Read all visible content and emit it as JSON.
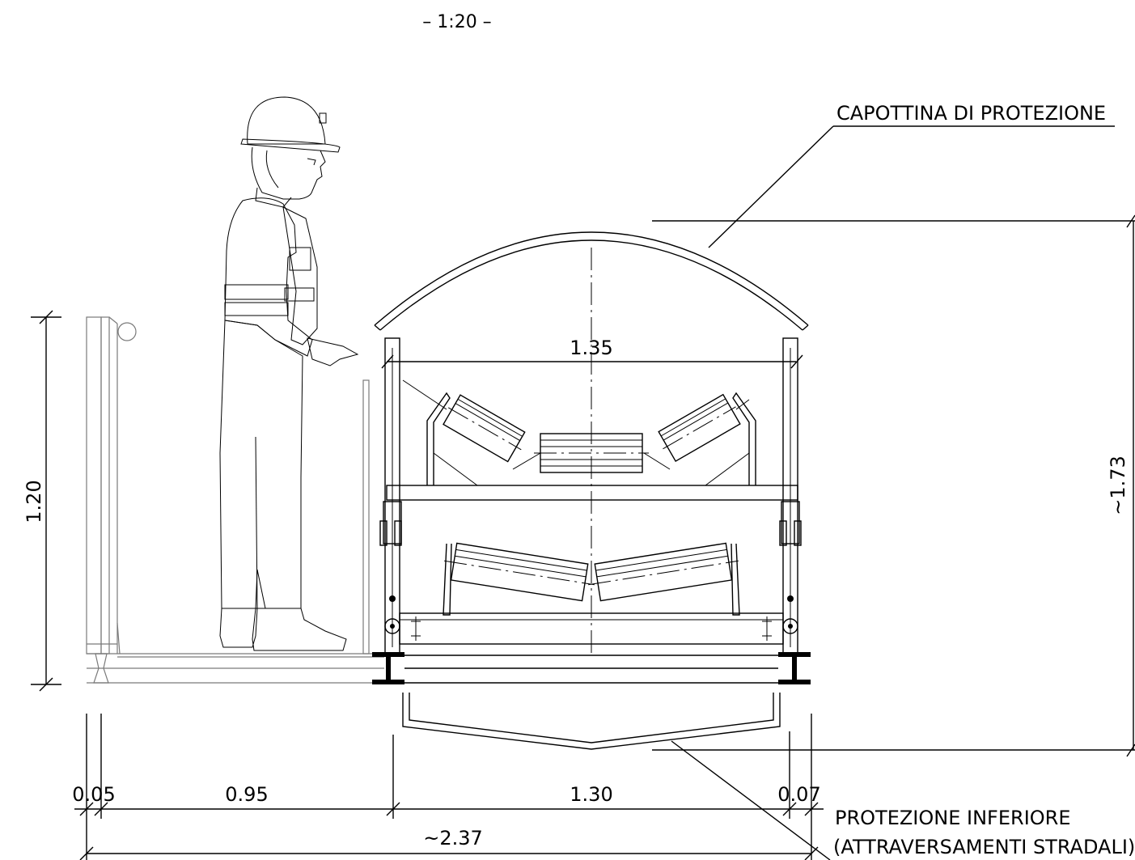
{
  "scale_label": "– 1:20 –",
  "annotations": {
    "top_cover": "CAPOTTINA DI PROTEZIONE",
    "bottom_cover_line1": "PROTEZIONE INFERIORE",
    "bottom_cover_line2": "(ATTRAVERSAMENTI STRADALI)"
  },
  "dimensions": {
    "belt_width": "1.35",
    "railing_height": "1.20",
    "total_height": "~1.73",
    "d_005": "0.05",
    "d_095": "0.95",
    "d_130": "1.30",
    "d_007": "0.07",
    "total_width": "~2.37"
  },
  "colors": {
    "line": "#000000",
    "hatch": "#7a7a7a",
    "background": "#ffffff"
  }
}
